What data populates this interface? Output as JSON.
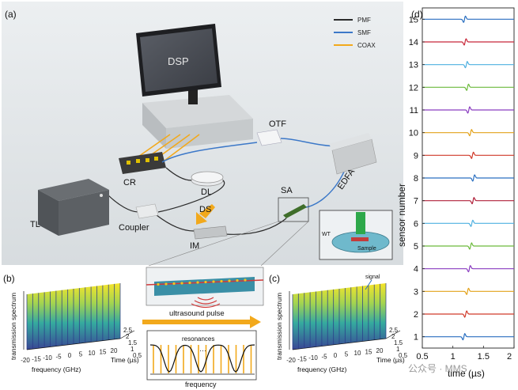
{
  "panels": {
    "a": "(a)",
    "b": "(b)",
    "c": "(c)",
    "d": "(d)"
  },
  "legend": [
    {
      "label": "PMF",
      "color": "#2b2b2b"
    },
    {
      "label": "SMF",
      "color": "#3c78c8"
    },
    {
      "label": "COAX",
      "color": "#f2a91c"
    }
  ],
  "devices": {
    "dsp": "DSP",
    "otf": "OTF",
    "cr": "CR",
    "dl": "DL",
    "tl": "TL",
    "coupler": "Coupler",
    "ds": "DS",
    "im": "IM",
    "sa": "SA",
    "edfa": "EDFA",
    "wt": "WT",
    "sample": "Sample"
  },
  "panel_b": {
    "ylabel": "transmission spectrum",
    "xlabel": "frequency (GHz)",
    "xticks": [
      "-20",
      "-15",
      "-10",
      "-5",
      "0",
      "5",
      "10",
      "15",
      "20"
    ],
    "zlabel": "Time (µs)",
    "zticks": [
      "2.5",
      "2",
      "1.5",
      "1",
      "0.5"
    ]
  },
  "panel_c": {
    "ylabel": "transmission spectrum",
    "xlabel": "frequency (GHz)",
    "xticks": [
      "-20",
      "-15",
      "-10",
      "-5",
      "0",
      "5",
      "10",
      "15",
      "20"
    ],
    "zlabel": "Time (µs)",
    "zticks": [
      "2.5",
      "2",
      "1.5",
      "1",
      "0.5"
    ],
    "signal": "signal"
  },
  "center": {
    "pulse_label": "ultrasound pulse",
    "resonances": "resonances",
    "frequency": "frequency",
    "dots": "···"
  },
  "chart_data": {
    "type": "line",
    "xlabel": "time (µs)",
    "ylabel": "sensor number",
    "xlim": [
      0.5,
      2
    ],
    "xticks": [
      "0.5",
      "1",
      "1.5",
      "2"
    ],
    "ylim": [
      0.5,
      15.5
    ],
    "yticks": [
      "1",
      "2",
      "3",
      "4",
      "5",
      "6",
      "7",
      "8",
      "9",
      "10",
      "11",
      "12",
      "13",
      "14",
      "15"
    ],
    "grid": false,
    "series": [
      {
        "sensor": 15,
        "color": "#2a6fc0",
        "t": 1.19
      },
      {
        "sensor": 14,
        "color": "#c8283a",
        "t": 1.2
      },
      {
        "sensor": 13,
        "color": "#4fb0e0",
        "t": 1.22
      },
      {
        "sensor": 12,
        "color": "#6cba3c",
        "t": 1.24
      },
      {
        "sensor": 11,
        "color": "#8a3dc0",
        "t": 1.26
      },
      {
        "sensor": 10,
        "color": "#e3a21a",
        "t": 1.29
      },
      {
        "sensor": 9,
        "color": "#d03a2a",
        "t": 1.32
      },
      {
        "sensor": 8,
        "color": "#2a6fc0",
        "t": 1.34
      },
      {
        "sensor": 7,
        "color": "#b0203a",
        "t": 1.33
      },
      {
        "sensor": 6,
        "color": "#4fb0e0",
        "t": 1.31
      },
      {
        "sensor": 5,
        "color": "#6cba3c",
        "t": 1.29
      },
      {
        "sensor": 4,
        "color": "#8a3dc0",
        "t": 1.27
      },
      {
        "sensor": 3,
        "color": "#e3a21a",
        "t": 1.24
      },
      {
        "sensor": 2,
        "color": "#d03a2a",
        "t": 1.21
      },
      {
        "sensor": 1,
        "color": "#2a6fc0",
        "t": 1.18
      }
    ]
  },
  "watermark": "公众号 · MMS"
}
